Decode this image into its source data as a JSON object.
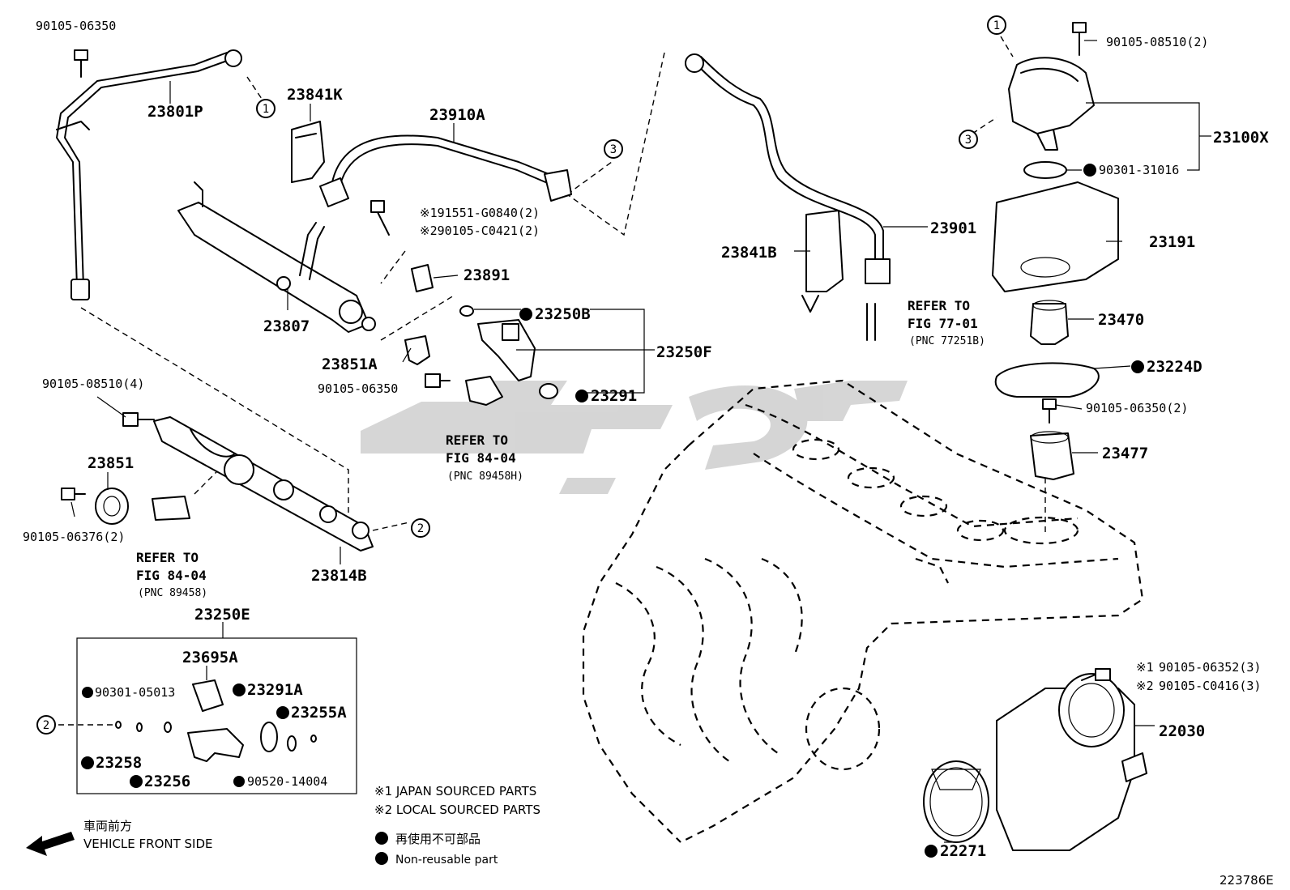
{
  "labels": {
    "p90105_06350_top": "90105-06350",
    "p23801P": "23801P",
    "p23841K": "23841K",
    "p23910A": "23910A",
    "p23807": "23807",
    "p191551": "※191551-G0840(2)",
    "p290105": "※290105-C0421(2)",
    "p23891": "23891",
    "p23250B": "23250B",
    "p23250F": "23250F",
    "p23851A": "23851A",
    "p90105_06350_mid": "90105-06350",
    "p23291": "23291",
    "p23901": "23901",
    "p23841B": "23841B",
    "p90105_08510_2": "90105-08510(2)",
    "p23100X": "23100X",
    "p90301_31016": "90301-31016",
    "p23191": "23191",
    "p23470": "23470",
    "p23224D": "23224D",
    "p90105_06350_2": "90105-06350(2)",
    "p23477": "23477",
    "p90105_08510_4": "90105-08510(4)",
    "p23851": "23851",
    "p90105_06376": "90105-06376(2)",
    "p23814B": "23814B",
    "p23250E": "23250E",
    "p23695A": "23695A",
    "p90301_05013": "90301-05013",
    "p23291A": "23291A",
    "p23255A": "23255A",
    "p23258": "23258",
    "p23256": "23256",
    "p90520_14004": "90520-14004",
    "p22030": "22030",
    "p22271": "22271",
    "p90105_06352": "90105-06352(3)",
    "p90105_C0416": "90105-C0416(3)",
    "mark1": "※1",
    "mark2": "※2"
  },
  "refs": {
    "fig84_04_a": {
      "line1": "REFER TO",
      "line2": "FIG 84-04",
      "line3": "(PNC 89458H)"
    },
    "fig77_01": {
      "line1": "REFER TO",
      "line2": "FIG 77-01",
      "line3": "(PNC 77251B)"
    },
    "fig84_04_b": {
      "line1": "REFER TO",
      "line2": "FIG 84-04",
      "line3": "(PNC 89458)"
    }
  },
  "callouts": {
    "c1": "1",
    "c2": "2",
    "c3": "3"
  },
  "legend": {
    "japan": "※1 JAPAN SOURCED PARTS",
    "local": "※2 LOCAL SOURCED PARTS",
    "nonreuse_jp": "再使用不可部品",
    "nonreuse_en": "Non-reusable part",
    "front_jp": "車両前方",
    "front_en": "VEHICLE FRONT SIDE"
  },
  "figure_id": "223786E"
}
